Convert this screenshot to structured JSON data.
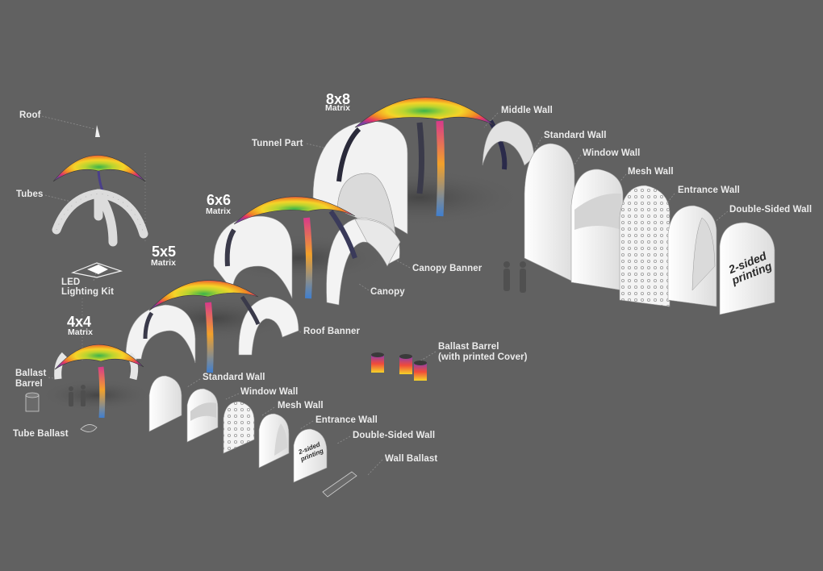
{
  "colors": {
    "background": "#616161",
    "label": "#ececec",
    "wall": "#f4f4f4",
    "tube": "#e6e6e6"
  },
  "tents": {
    "t8": {
      "size": "8x8",
      "sub": "Matrix"
    },
    "t6": {
      "size": "6x6",
      "sub": "Matrix"
    },
    "t5": {
      "size": "5x5",
      "sub": "Matrix"
    },
    "t4": {
      "size": "4x4",
      "sub": "Matrix"
    }
  },
  "labels": {
    "roof": "Roof",
    "tubes": "Tubes",
    "led_1": "LED",
    "led_2": "Lighting Kit",
    "ballast_barrel_1": "Ballast",
    "ballast_barrel_2": "Barrel",
    "tube_ballast": "Tube Ballast",
    "tunnel_part": "Tunnel Part",
    "middle_wall": "Middle Wall",
    "standard_wall_top": "Standard Wall",
    "window_wall_top": "Window Wall",
    "mesh_wall_top": "Mesh Wall",
    "entrance_wall_top": "Entrance Wall",
    "double_sided_wall_top": "Double-Sided Wall",
    "canopy_banner": "Canopy Banner",
    "canopy": "Canopy",
    "roof_banner": "Roof Banner",
    "ballast_barrel_cover_1": "Ballast Barrel",
    "ballast_barrel_cover_2": "(with printed Cover)",
    "standard_wall_bottom": "Standard Wall",
    "window_wall_bottom": "Window Wall",
    "mesh_wall_bottom": "Mesh Wall",
    "entrance_wall_bottom": "Entrance Wall",
    "double_sided_wall_bottom": "Double-Sided Wall",
    "wall_ballast": "Wall Ballast"
  },
  "printing": {
    "line1": "2-sided",
    "line2": "printing"
  }
}
